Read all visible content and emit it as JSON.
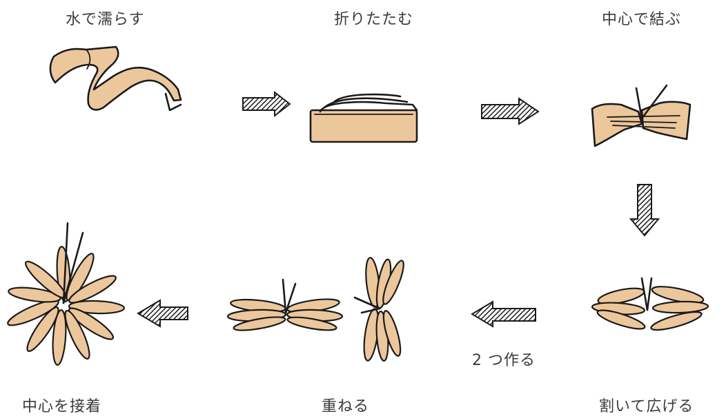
{
  "steps": [
    {
      "label": "水で濡らす"
    },
    {
      "label": "折りたたむ"
    },
    {
      "label": "中心で結ぶ"
    },
    {
      "label": "割いて広げる"
    },
    {
      "label": "重ねる"
    },
    {
      "label": "中心を接着"
    }
  ],
  "note": "2 つ作る",
  "colors": {
    "paper": "#ecc79c",
    "ink": "#1a1a1a",
    "text": "#3a3a3a"
  }
}
